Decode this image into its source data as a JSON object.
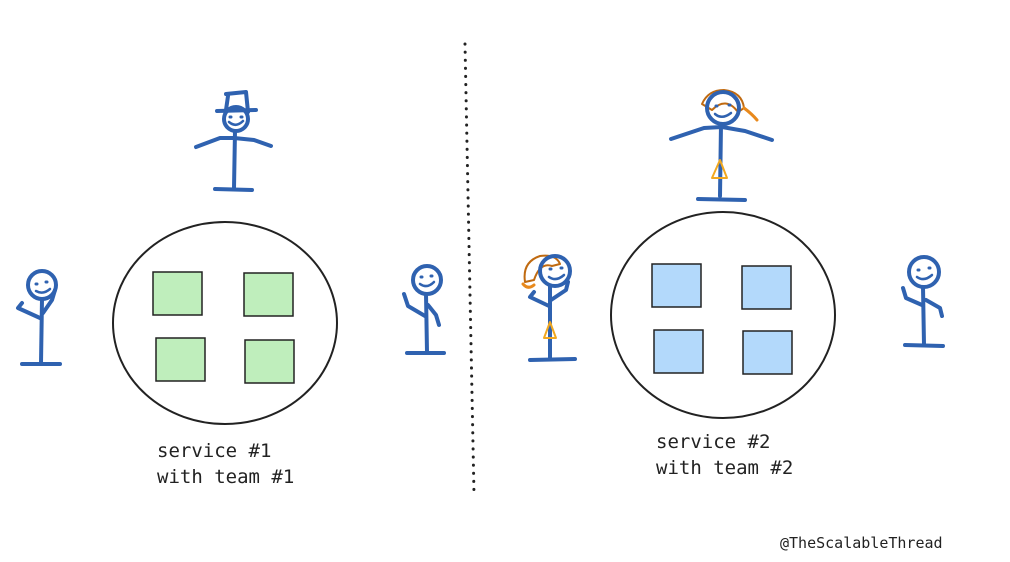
{
  "colors": {
    "figure": "#2f62b0",
    "hair": "#e8891c",
    "dress": "#f2a81f",
    "service1_box": "#bfeebc",
    "service2_box": "#b3d9fb",
    "outline": "#222222"
  },
  "services": [
    {
      "line1": "service #1",
      "line2": "with team #1",
      "box_color": "#bfeebc"
    },
    {
      "line1": "service #2",
      "line2": "with team #2",
      "box_color": "#b3d9fb"
    }
  ],
  "credit": "@TheScalableThread",
  "icons": {
    "leader_1": "stick-figure-top-hat-icon",
    "leader_2": "stick-figure-woman-icon",
    "member": "stick-figure-icon"
  }
}
